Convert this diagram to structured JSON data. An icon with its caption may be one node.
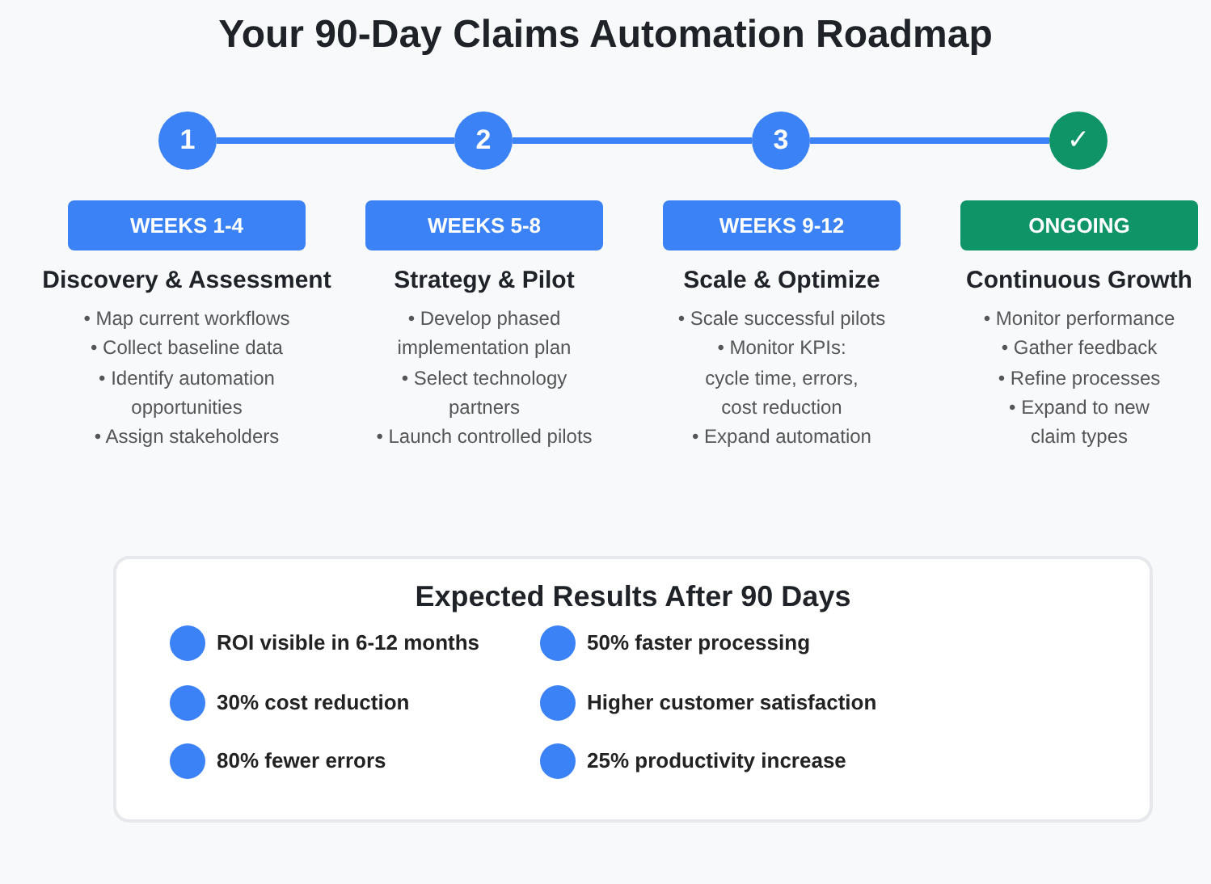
{
  "diagram": {
    "title": "Your 90-Day Claims Automation Roadmap",
    "nodes": [
      {
        "text": [
          "1"
        ]
      },
      {
        "text": [
          "2"
        ]
      },
      {
        "text": [
          "3"
        ]
      },
      {
        "text": [
          "✓"
        ]
      },
      {
        "text": [
          "WEEKS 1-4"
        ],
        "beside": [
          "Discovery & Assessment",
          "• Map current workflows",
          "• Collect baseline data",
          "• Identify automation opportunities",
          "• Assign stakeholders"
        ]
      },
      {
        "text": [
          "WEEKS 5-8"
        ],
        "beside": [
          "Strategy & Pilot",
          "• Develop phased implementation plan",
          "• Select technology partners",
          "• Launch controlled pilots"
        ]
      },
      {
        "text": [
          "WEEKS 9-12"
        ],
        "beside": [
          "Scale & Optimize",
          "• Scale successful pilots",
          "• Monitor KPIs: cycle time, errors, cost reduction",
          "• Expand automation"
        ]
      },
      {
        "text": [
          "ONGOING"
        ],
        "beside": [
          "Continuous Growth",
          "• Monitor performance",
          "• Gather feedback",
          "• Refine processes",
          "• Expand to new claim types"
        ]
      },
      {
        "text": [
          "Expected Results After 90 Days",
          "ROI visible in 6-12 months",
          "50% faster processing",
          "30% cost reduction",
          "Higher customer satisfaction",
          "80% fewer errors",
          "25% productivity increase"
        ]
      }
    ],
    "edges": [
      {
        "from": 0,
        "to": 1,
        "arrow": "none"
      },
      {
        "from": 1,
        "to": 2,
        "arrow": "none"
      },
      {
        "from": 2,
        "to": 3,
        "arrow": "none"
      }
    ]
  }
}
